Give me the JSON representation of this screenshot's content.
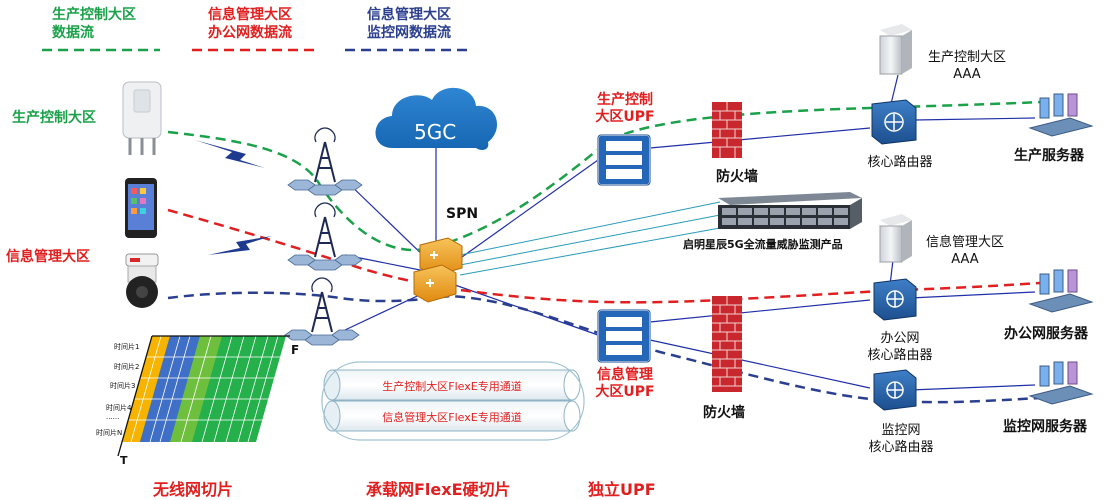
{
  "legend": [
    {
      "line1": "生产控制大区",
      "line2": "数据流",
      "color": "#1aa14a"
    },
    {
      "line1": "信息管理大区",
      "line2": "办公网数据流",
      "color": "#e02020"
    },
    {
      "line1": "信息管理大区",
      "line2": "监控网数据流",
      "color": "#2b3f8f"
    }
  ],
  "zones": {
    "production": "生产控制大区",
    "info": "信息管理大区"
  },
  "core": {
    "label": "5GC",
    "spn": "SPN"
  },
  "upf": {
    "production_line1": "生产控制",
    "production_line2": "大区UPF",
    "info_line1": "信息管理",
    "info_line2": "大区UPF"
  },
  "firewall": {
    "label": "防火墙"
  },
  "probe": {
    "label": "启明星辰5G全流量威胁监测产品"
  },
  "aaa": {
    "production_line1": "生产控制大区",
    "production_line2": "AAA",
    "info_line1": "信息管理大区",
    "info_line2": "AAA"
  },
  "routers": {
    "core": "核心路由器",
    "office_line1": "办公网",
    "office_line2": "核心路由器",
    "monitor_line1": "监控网",
    "monitor_line2": "核心路由器"
  },
  "servers": {
    "production": "生产服务器",
    "office": "办公网服务器",
    "monitor": "监控网服务器"
  },
  "slice_grid": {
    "rows": [
      "时间片1",
      "时间片2",
      "时间片3",
      "时间片4",
      "......",
      "时间片N"
    ],
    "axis_f": "F",
    "axis_t": "T",
    "colors": [
      "#f6b400",
      "#3f6fc6",
      "#6fbf3f",
      "#25b04b"
    ]
  },
  "flexe": {
    "channel1": "生产控制大区FlexE专用通道",
    "channel2": "信息管理大区FlexE专用通道"
  },
  "bottom": {
    "wireless": "无线网切片",
    "bearer": "承载网FlexE硬切片",
    "upf": "独立UPF"
  }
}
